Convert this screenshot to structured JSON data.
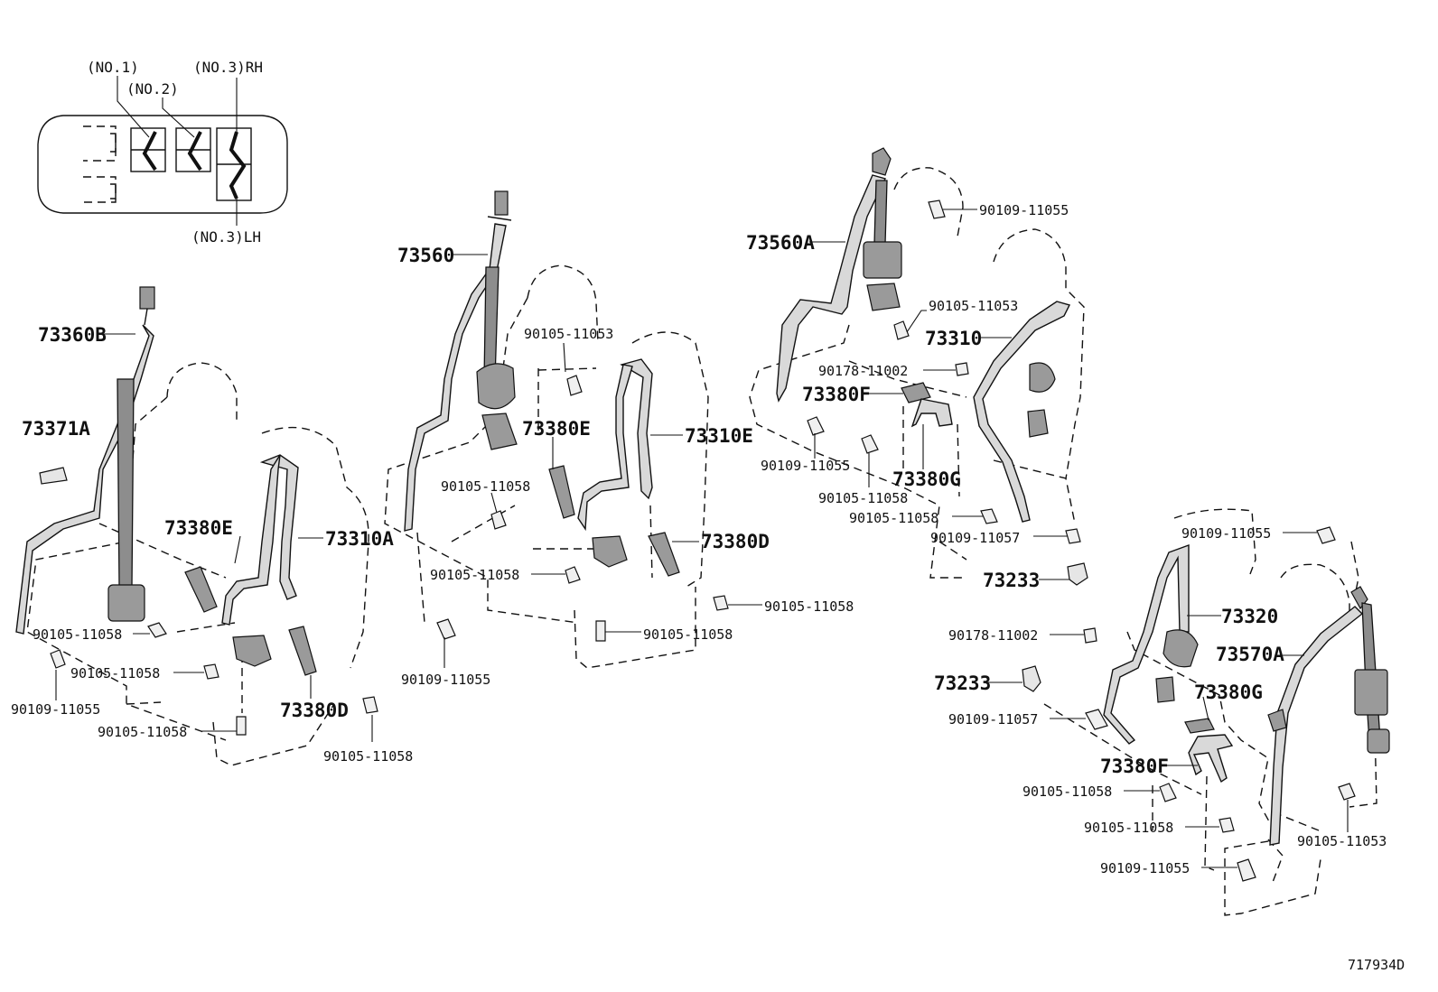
{
  "inset": {
    "labels": [
      "(NO.1)",
      "(NO.2)",
      "(NO.3)RH",
      "(NO.3)LH"
    ]
  },
  "parts": {
    "p73360B": "73360B",
    "p73371A": "73371A",
    "p73380E_1": "73380E",
    "p73310A": "73310A",
    "p73380D_1": "73380D",
    "p73560": "73560",
    "p73380E_2": "73380E",
    "p73310E": "73310E",
    "p73380D_2": "73380D",
    "p73560A": "73560A",
    "p73310": "73310",
    "p73380F_1": "73380F",
    "p73380G_1": "73380G",
    "p73233_1": "73233",
    "p73320": "73320",
    "p73570A": "73570A",
    "p73233_2": "73233",
    "p73380G_2": "73380G",
    "p73380F_2": "73380F"
  },
  "fasteners": {
    "f1": "90105-11058",
    "f2": "90105-11058",
    "f3": "90109-11055",
    "f4": "90105-11058",
    "f5": "90105-11058",
    "f6": "90105-11053",
    "f7": "90105-11058",
    "f8": "90105-11058",
    "f9": "90109-11055",
    "f10": "90105-11058",
    "f11": "90105-11058",
    "f12": "90109-11055",
    "f13": "90105-11053",
    "f14": "90178-11002",
    "f15": "90109-11055",
    "f16": "90105-11058",
    "f17": "90105-11058",
    "f18": "90109-11057",
    "f19": "90109-11055",
    "f20": "90178-11002",
    "f21": "90109-11057",
    "f22": "90105-11058",
    "f23": "90105-11058",
    "f24": "90109-11055",
    "f25": "90105-11053"
  },
  "figure_code": "717934D"
}
